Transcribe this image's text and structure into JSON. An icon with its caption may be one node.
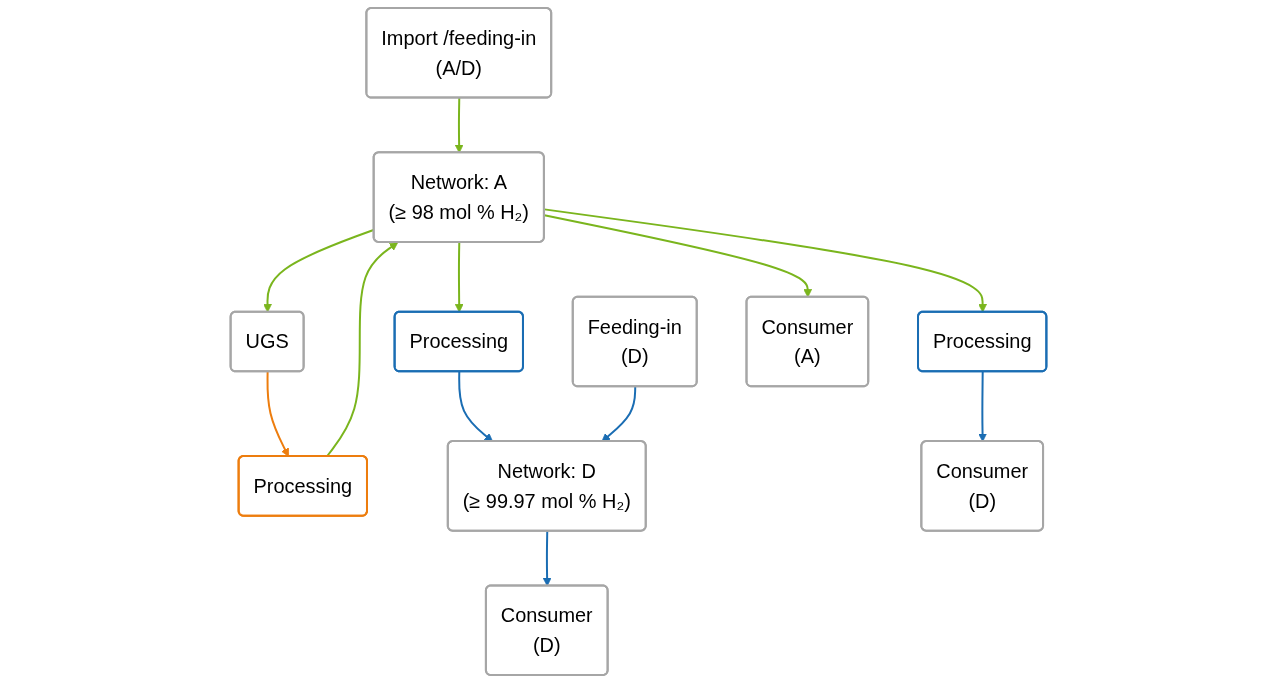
{
  "diagram": {
    "nodes": [
      {
        "text": [
          "Import /feeding-in",
          "(A/D)"
        ]
      },
      {
        "text": [
          "Network: A",
          "(≥ 98 mol % H₂)"
        ]
      },
      {
        "text": [
          "UGS"
        ]
      },
      {
        "text": [
          "Processing"
        ]
      },
      {
        "text": [
          "Feeding-in",
          "(D)"
        ]
      },
      {
        "text": [
          "Processing"
        ]
      },
      {
        "text": [
          "Network: D",
          "(≥ 99.97 mol % H₂)"
        ]
      },
      {
        "text": [
          "Consumer",
          "(D)"
        ]
      },
      {
        "text": [
          "Processing"
        ]
      },
      {
        "text": [
          "Consumer",
          "(D)"
        ]
      },
      {
        "text": [
          "Consumer",
          "(A)"
        ]
      }
    ],
    "edges": [
      {
        "from": 0,
        "to": 1,
        "arrow": "to"
      },
      {
        "from": 1,
        "to": 2,
        "arrow": "to"
      },
      {
        "from": 2,
        "to": 3,
        "arrow": "to",
        "color": "#ed7d0e"
      },
      {
        "from": 3,
        "to": 1,
        "arrow": "to"
      },
      {
        "from": 1,
        "to": 5,
        "arrow": "to"
      },
      {
        "from": 5,
        "to": 6,
        "arrow": "to",
        "color": "#1a6db3"
      },
      {
        "from": 4,
        "to": 6,
        "arrow": "to",
        "color": "#1a6db3"
      },
      {
        "from": 6,
        "to": 7,
        "arrow": "to",
        "color": "#1a6db3"
      },
      {
        "from": 1,
        "to": 8,
        "arrow": "to"
      },
      {
        "from": 8,
        "to": 9,
        "arrow": "to",
        "color": "#1a6db3"
      },
      {
        "from": 1,
        "to": 10,
        "arrow": "to"
      }
    ]
  }
}
